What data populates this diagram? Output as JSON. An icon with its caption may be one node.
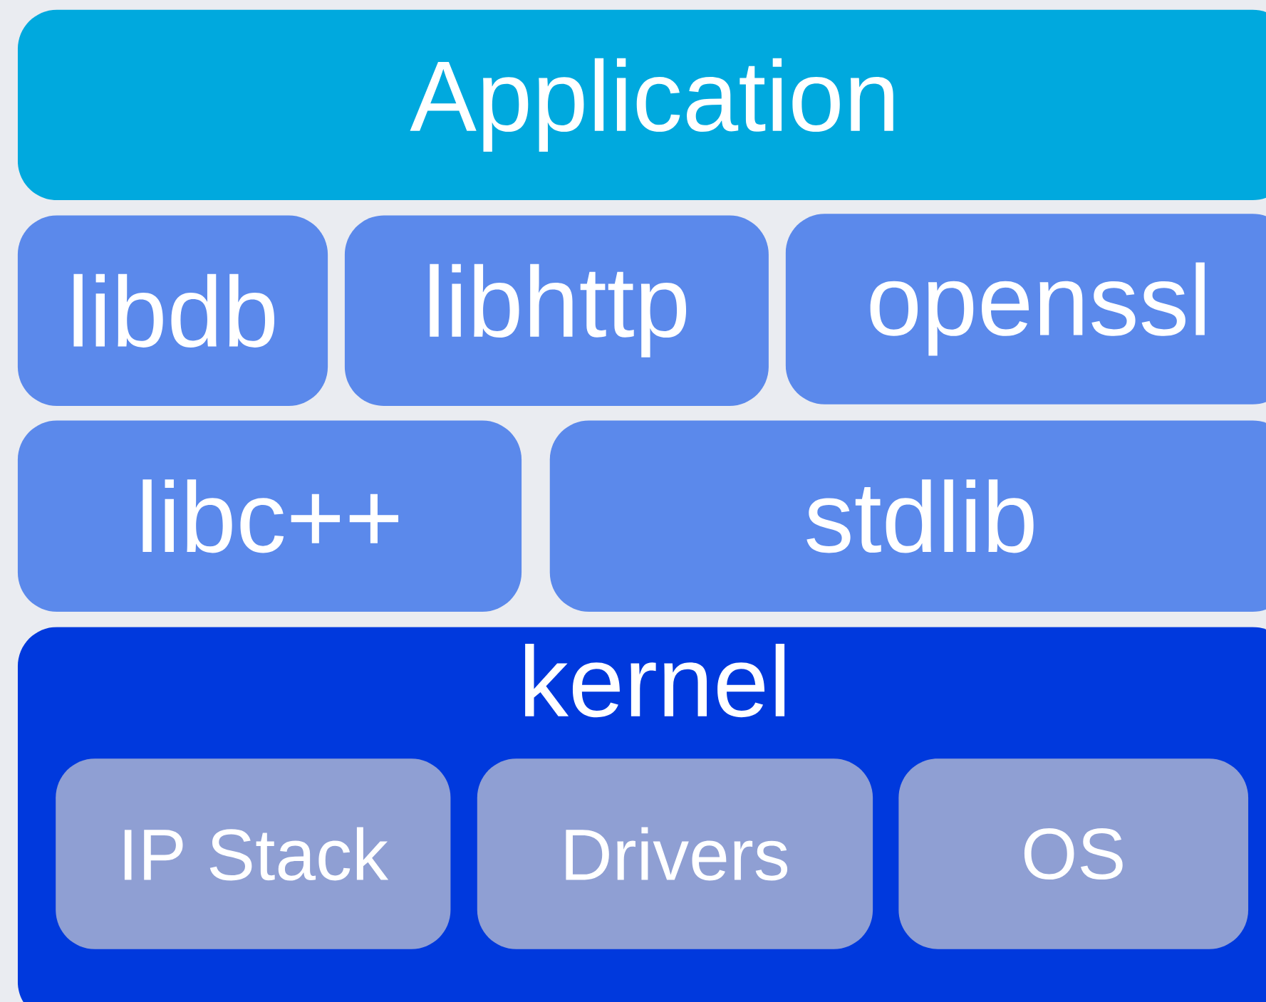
{
  "diagram": {
    "nodes": [
      {
        "text": [
          "Application"
        ]
      },
      {
        "text": [
          "libdb"
        ]
      },
      {
        "text": [
          "libhttp"
        ]
      },
      {
        "text": [
          "openssl"
        ]
      },
      {
        "text": [
          "libc++"
        ]
      },
      {
        "text": [
          "stdlib"
        ]
      },
      {
        "text": [
          "kernel"
        ]
      },
      {
        "text": [
          "IP Stack"
        ],
        "in": 6
      },
      {
        "text": [
          "Drivers"
        ],
        "in": 6
      },
      {
        "text": [
          "OS"
        ],
        "in": 6
      }
    ]
  }
}
